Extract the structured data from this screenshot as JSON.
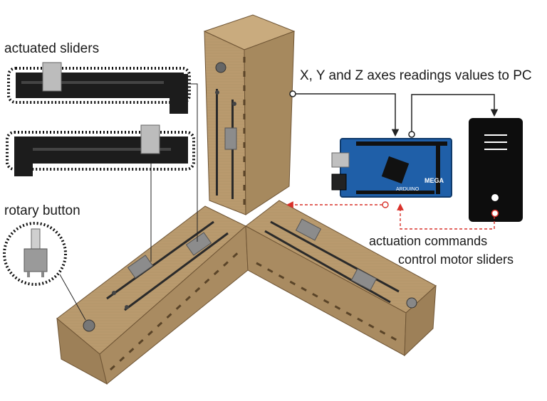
{
  "labels": {
    "actuated_sliders": "actuated sliders",
    "rotary_button": "rotary button",
    "axes_readings": "X, Y and Z axes readings values to PC",
    "actuation_line1": "actuation commands",
    "actuation_line2": "control motor sliders"
  },
  "board_text": {
    "brand": "ARDUINO",
    "model": "MEGA"
  },
  "colors": {
    "wood": "#b99a6e",
    "wood_dark": "#8f7350",
    "slider_dark": "#1c1c1c",
    "board_blue": "#1f5fa8",
    "pc_black": "#0d0d0d",
    "arrow_black": "#222222",
    "arrow_red": "#d9322b"
  }
}
